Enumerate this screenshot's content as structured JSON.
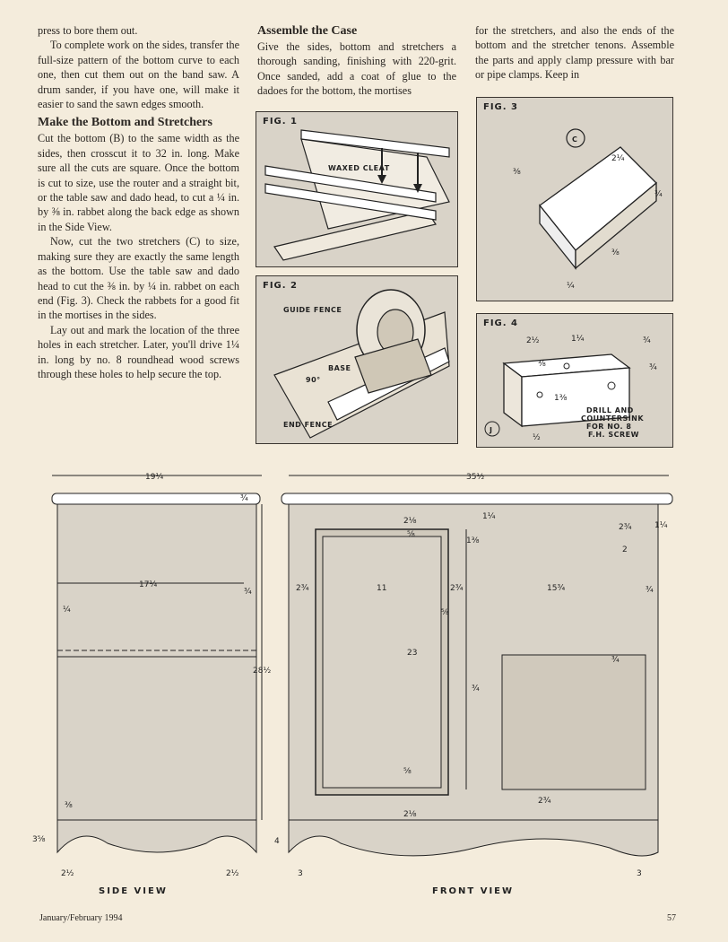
{
  "col1": {
    "p1": "press to bore them out.",
    "p2": "To complete work on the sides, transfer the full-size pattern of the bottom curve to each one, then cut them out on the band saw. A drum sander, if you have one, will make it easier to sand the sawn edges smooth.",
    "heading": "Make the Bottom and Stretchers",
    "p3": "Cut the bottom (B) to the same width as the sides, then crosscut it to 32 in. long. Make sure all the cuts are square. Once the bottom is cut to size, use the router and a straight bit, or the table saw and dado head, to cut a ¼ in. by ⅜ in. rabbet along the back edge as shown in the Side View.",
    "p4": "Now, cut the two stretchers (C) to size, making sure they are exactly the same length as the bottom. Use the table saw and dado head to cut the ⅜ in. by ¼ in. rabbet on each end (Fig. 3). Check the rabbets for a good fit in the mortises in the sides.",
    "p5": "Lay out and mark the location of the three holes in each stretcher. Later, you'll drive 1¼ in. long by no. 8 roundhead wood screws through these holes to help secure the top."
  },
  "col2": {
    "heading": "Assemble the Case",
    "p1": "Give the sides, bottom and stretchers a thorough sanding, finishing with 220-grit. Once sanded, add a coat of glue to the dadoes for the bottom, the mortises"
  },
  "col3": {
    "p1": "for the stretchers, and also the ends of the bottom and the stretcher tenons. Assemble the parts and apply clamp pressure with bar or pipe clamps. Keep in"
  },
  "figures": {
    "fig1": {
      "label": "FIG. 1",
      "note": "WAXED CLEAT"
    },
    "fig2": {
      "label": "FIG. 2",
      "guide": "GUIDE FENCE",
      "base": "BASE",
      "angle": "90°",
      "end": "END FENCE"
    },
    "fig3": {
      "label": "FIG. 3",
      "part": "C",
      "d1": "2¼",
      "d2": "⅜",
      "d3": "¾",
      "d4": "⅜",
      "d5": "¼"
    },
    "fig4": {
      "label": "FIG. 4",
      "part": "J",
      "d1": "2½",
      "d2": "1¼",
      "d3": "¾",
      "d4": "⅜",
      "d5": "¾",
      "d6": "1⅜",
      "d7": "½",
      "note1": "DRILL AND",
      "note2": "COUNTERSINK",
      "note3": "FOR NO. 8",
      "note4": "F.H. SCREW"
    }
  },
  "side_view": {
    "title": "SIDE VIEW",
    "w_total": "19¼",
    "w_inner": "17¼",
    "top": "¾",
    "d_mid": "¾",
    "d_left": "¼",
    "height": "28½",
    "d_bot": "⅜",
    "foot": "3⅝",
    "l1": "2½",
    "l2": "2½"
  },
  "front_view": {
    "title": "FRONT VIEW",
    "w_total": "35½",
    "door_w": "11",
    "door_h": "23",
    "d1": "2⅛",
    "d2": "⅝",
    "d3": "1¼",
    "d4": "1⅜",
    "d5": "2¾",
    "d6": "2¾",
    "d7": "⅝",
    "d8": "15¾",
    "d9": "¾",
    "d10": "2¾",
    "d11": "1¼",
    "d12": "2",
    "d13": "¾",
    "d14": "¾",
    "d15": "⅝",
    "d16": "2⅛",
    "d17": "2¾",
    "base": "4",
    "l1": "3",
    "l2": "3"
  },
  "footer": {
    "left": "January/February 1994",
    "right": "57"
  }
}
